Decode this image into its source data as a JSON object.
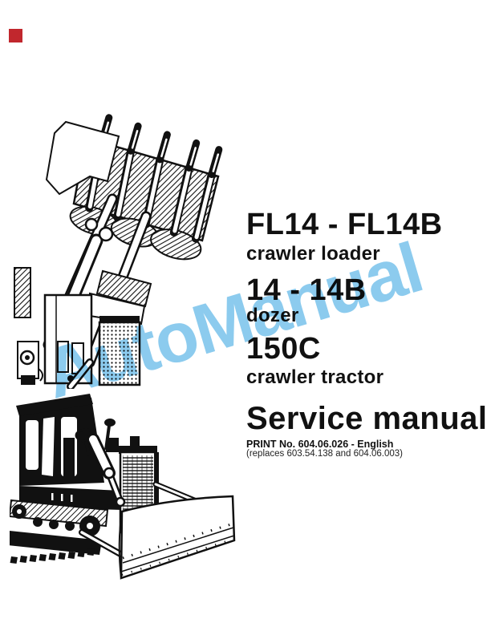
{
  "page": {
    "background_color": "#ffffff",
    "corner_mark_color": "#c1272d"
  },
  "watermark": {
    "text": "AutoManual",
    "color": "#8ccbee"
  },
  "products": [
    {
      "model": "FL14 - FL14B",
      "type": "crawler loader"
    },
    {
      "model": "14 - 14B",
      "type": "dozer"
    },
    {
      "model": "150C",
      "type": "crawler tractor"
    }
  ],
  "title": "Service manual",
  "print_info": {
    "line1": "PRINT No. 604.06.026 - English",
    "line2": "(replaces 603.54.138 and 604.06.003)"
  },
  "illustrations": [
    {
      "name": "crawler-loader-raised-bucket"
    },
    {
      "name": "crawler-tractor-with-dozer-blade"
    }
  ]
}
